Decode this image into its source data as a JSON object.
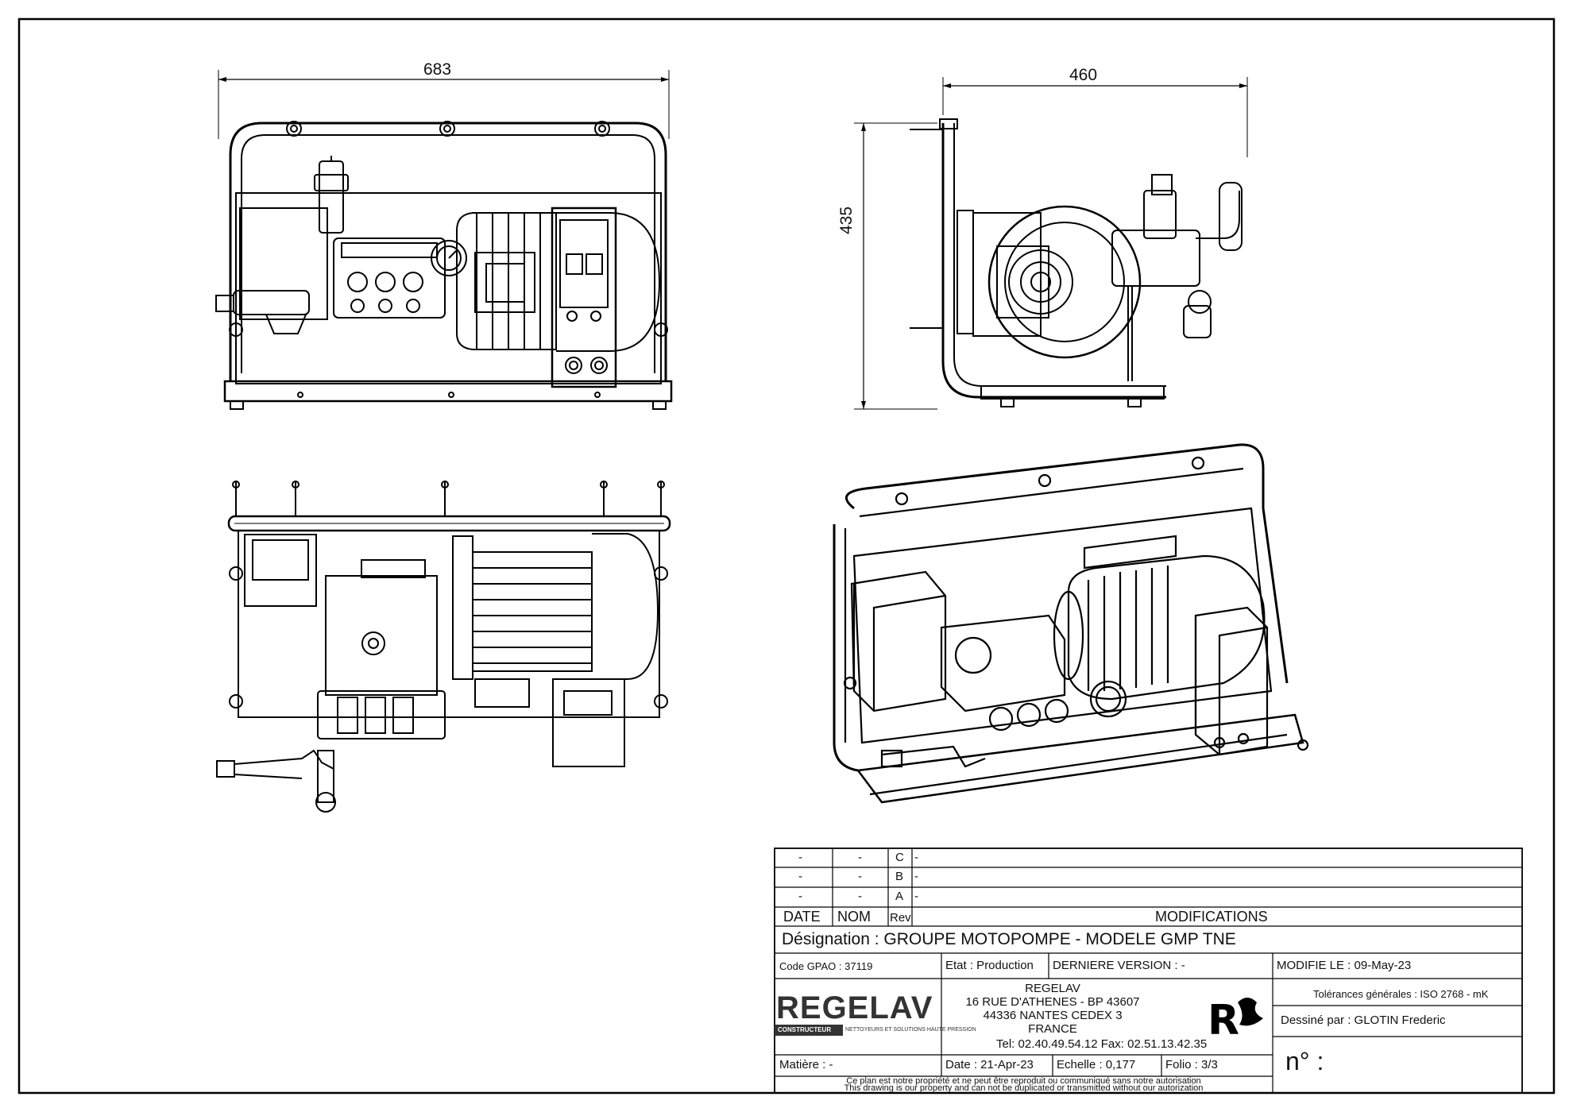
{
  "dimensions": {
    "front_width": "683",
    "side_width": "460",
    "side_height": "435"
  },
  "revisions": [
    {
      "date": "-",
      "name": "-",
      "rev": "C",
      "mod": "-"
    },
    {
      "date": "-",
      "name": "-",
      "rev": "B",
      "mod": "-"
    },
    {
      "date": "-",
      "name": "-",
      "rev": "A",
      "mod": "-"
    }
  ],
  "title_block": {
    "col_date": "DATE",
    "col_nom": "NOM",
    "col_rev": "Rev",
    "col_modifications": "MODIFICATIONS",
    "designation": "Désignation : GROUPE MOTOPOMPE - MODELE GMP TNE",
    "code_gpao": "Code GPAO : 37119",
    "etat": "Etat : Production",
    "derniere_version": "DERNIERE VERSION : -",
    "modifie_le": "MODIFIE LE : 09-May-23",
    "logo_text": "REGELAV",
    "logo_tag": "CONSTRUCTEUR",
    "logo_sub": "NETTOYEURS ET SOLUTIONS HAUTE PRESSION",
    "company": "REGELAV",
    "address1": "16 RUE D'ATHENES - BP 43607",
    "address2": "44336 NANTES CEDEX 3",
    "country": "FRANCE",
    "phone": "Tel:   02.40.49.54.12   Fax:   02.51.13.42.35",
    "tolerances": "Tolérances générales : ISO 2768 - mK",
    "dessine_par": "Dessiné par : GLOTIN Frederic",
    "matiere": "Matière : -",
    "date": "Date : 21-Apr-23",
    "echelle": "Echelle : 0,177",
    "folio": "Folio : 3/3",
    "numero": "n° :",
    "notice_fr": "Ce plan est notre propriété et ne peut être reproduit ou communiqué sans notre autorisation",
    "notice_en": "This drawing is our property and can not be duplicated or transmitted without our autorization"
  }
}
